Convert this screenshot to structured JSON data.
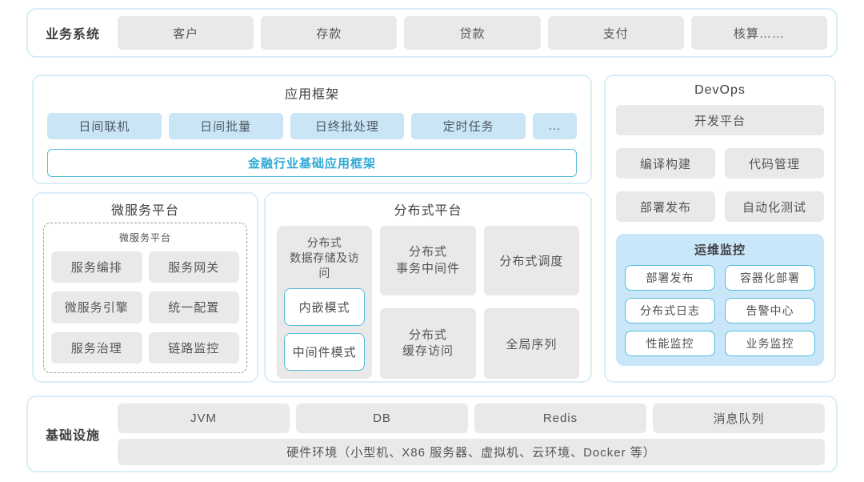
{
  "colors": {
    "panel_border": "#d9eef7",
    "gray_box_bg": "#e9e9e9",
    "blue_box_bg": "#c9e5f6",
    "teal_border": "#55bcdb",
    "teal_text": "#2fa9d6",
    "monitor_bg": "#c9e7f8",
    "body_text": "#555555",
    "title_text": "#3f3f3f"
  },
  "business": {
    "label": "业务系统",
    "items": [
      "客户",
      "存款",
      "贷款",
      "支付",
      "核算……"
    ]
  },
  "app_framework": {
    "title": "应用框架",
    "items": [
      "日间联机",
      "日间批量",
      "日终批处理",
      "定时任务",
      "..."
    ],
    "base": "金融行业基础应用框架"
  },
  "microservice": {
    "title": "微服务平台",
    "inner_title": "微服务平台",
    "items": [
      "服务编排",
      "服务网关",
      "微服务引擎",
      "统一配置",
      "服务治理",
      "链路监控"
    ]
  },
  "distributed": {
    "title": "分布式平台",
    "storage": {
      "title": "分布式\n数据存储及访问",
      "modes": [
        "内嵌模式",
        "中间件模式"
      ]
    },
    "cells": [
      "分布式\n事务中间件",
      "分布式调度",
      "分布式\n缓存访问",
      "全局序列"
    ]
  },
  "devops": {
    "title": "DevOps",
    "platform": "开发平台",
    "tools": [
      "编译构建",
      "代码管理",
      "部署发布",
      "自动化测试"
    ],
    "monitor": {
      "title": "运维监控",
      "items": [
        "部署发布",
        "容器化部署",
        "分布式日志",
        "告警中心",
        "性能监控",
        "业务监控"
      ]
    }
  },
  "infrastructure": {
    "label": "基础设施",
    "items": [
      "JVM",
      "DB",
      "Redis",
      "消息队列"
    ],
    "hardware": "硬件环境（小型机、X86 服务器、虚拟机、云环境、Docker 等）"
  }
}
